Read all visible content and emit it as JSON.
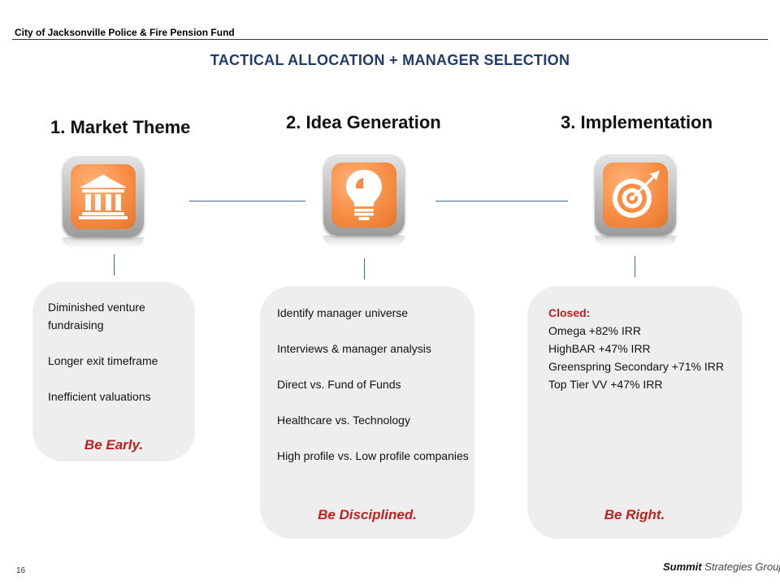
{
  "header": {
    "org_title": "City of Jacksonville Police & Fire Pension Fund",
    "main_title": "TACTICAL ALLOCATION + MANAGER SELECTION"
  },
  "steps": [
    {
      "title": "1. Market Theme",
      "icon": "bank-building-icon"
    },
    {
      "title": "2. Idea Generation",
      "icon": "lightbulb-icon"
    },
    {
      "title": "3. Implementation",
      "icon": "target-arrow-icon"
    }
  ],
  "cards": {
    "market": {
      "items": [
        "Diminished venture fundraising",
        "Longer exit timeframe",
        "Inefficient valuations"
      ],
      "slogan": "Be Early."
    },
    "idea": {
      "items": [
        "Identify manager universe",
        "Interviews & manager analysis",
        "Direct vs. Fund of Funds",
        "Healthcare vs. Technology",
        "High profile vs. Low profile companies"
      ],
      "slogan": "Be Disciplined."
    },
    "implementation": {
      "heading": "Closed:",
      "items": [
        "Omega +82% IRR",
        "HighBAR +47% IRR",
        "Greenspring Secondary +71% IRR",
        "Top Tier VV +47% IRR"
      ],
      "slogan": "Be Right."
    }
  },
  "footer": {
    "page_number": "16",
    "brand_bold": "Summit",
    "brand_rest": " Strategies Group"
  },
  "colors": {
    "title_blue": "#1f3d6b",
    "connector_blue": "#3b67a2",
    "slogan_red": "#c0201e",
    "icon_orange": "#f78e44",
    "card_gray": "#eeeeee"
  }
}
